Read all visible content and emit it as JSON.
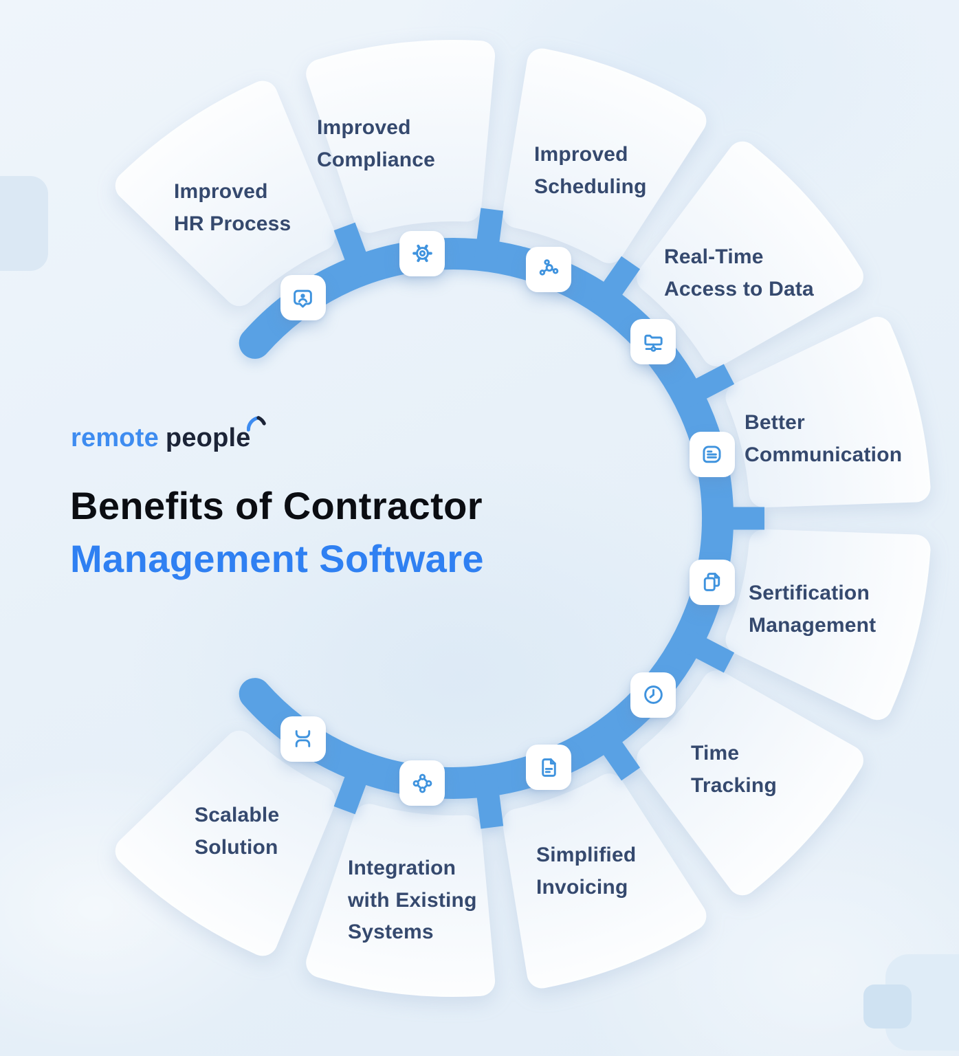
{
  "logo": {
    "brand_first": "remote",
    "brand_second": "people",
    "arc_icon": "signal-arc-icon"
  },
  "title": {
    "line1": "Benefits of Contractor",
    "line2": "Management Software"
  },
  "colors": {
    "band": "#59A1E4",
    "icon_stroke": "#3F93DE",
    "label_text": "#35496E",
    "title_primary": "#0B0D12",
    "title_accent": "#2F80F2",
    "brand_blue": "#3E8CF0",
    "brand_dark": "#1C2437",
    "wedge_inner": "#ECF3FA",
    "wedge_outer": "#FFFFFF",
    "background": "#E9F1F9"
  },
  "benefits": [
    {
      "label_lines": [
        "Improved",
        "HR Process"
      ],
      "icon": "id-badge-icon"
    },
    {
      "label_lines": [
        "Improved",
        "Compliance"
      ],
      "icon": "gear-icon"
    },
    {
      "label_lines": [
        "Improved",
        "Scheduling"
      ],
      "icon": "molecule-icon"
    },
    {
      "label_lines": [
        "Real-Time",
        "Access to Data"
      ],
      "icon": "folder-network-icon"
    },
    {
      "label_lines": [
        "Better",
        "Communication"
      ],
      "icon": "chat-message-icon"
    },
    {
      "label_lines": [
        "Sertification",
        "Management"
      ],
      "icon": "copy-documents-icon"
    },
    {
      "label_lines": [
        "Time",
        "Tracking"
      ],
      "icon": "clock-icon"
    },
    {
      "label_lines": [
        "Simplified",
        "Invoicing"
      ],
      "icon": "invoice-file-icon"
    },
    {
      "label_lines": [
        "Integration",
        "with Existing",
        "Systems"
      ],
      "icon": "integration-nodes-icon"
    },
    {
      "label_lines": [
        "Scalable",
        "Solution"
      ],
      "icon": "scale-corners-icon"
    }
  ]
}
